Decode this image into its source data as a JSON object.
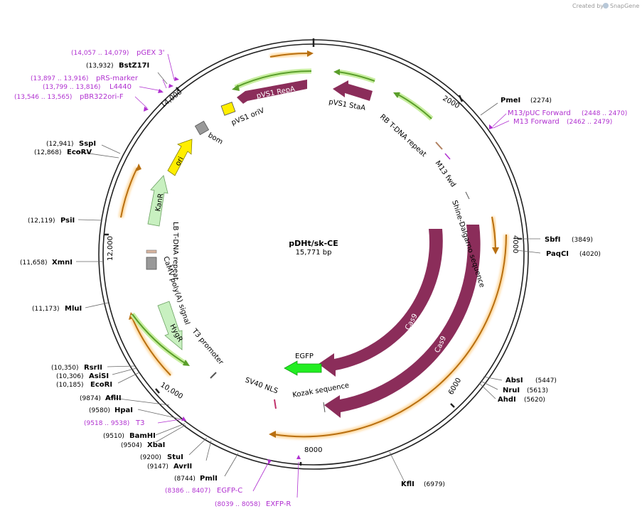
{
  "map": {
    "name": "pDHt/sk-CE",
    "size": "15,771 bp",
    "watermark": "Created by",
    "watermark_brand": "SnapGene"
  },
  "ticks": [
    "2000",
    "4000",
    "6000",
    "8000",
    "10,000",
    "12,000",
    "14,000"
  ],
  "features": {
    "pvs1_repa": "pVS1 RepA",
    "pvs1_oriv": "pVS1 oriV",
    "pvs1_staa": "pVS1 StaA",
    "bom": "bom",
    "ori": "ori",
    "rb": "RB T-DNA repeat",
    "m13fwd": "M13 fwd",
    "shine": "Shine-Dalgarno sequence",
    "kanr": "KanR",
    "lb": "LB T-DNA repeat",
    "camv": "CaMV poly(A) signal",
    "t3prom": "T3 promoter",
    "hygr": "HygR",
    "cas9_inner": "Cas9",
    "cas9_outer": "Cas9",
    "egfp": "EGFP",
    "sv40": "SV40 NLS",
    "kozak": "Kozak sequence"
  },
  "sites": {
    "pmei": {
      "name": "PmeI",
      "pos": "(2274)"
    },
    "sbfi": {
      "name": "SbfI",
      "pos": "(3849)"
    },
    "paqci": {
      "name": "PaqCI",
      "pos": "(4020)"
    },
    "absi": {
      "name": "AbsI",
      "pos": "(5447)"
    },
    "nrui": {
      "name": "NruI",
      "pos": "(5613)"
    },
    "ahdi": {
      "name": "AhdI",
      "pos": "(5620)"
    },
    "kfli": {
      "name": "KflI",
      "pos": "(6979)"
    },
    "pmli": {
      "name": "PmlI",
      "pos": "(8744)"
    },
    "avrii": {
      "name": "AvrII",
      "pos": "(9147)"
    },
    "stui": {
      "name": "StuI",
      "pos": "(9200)"
    },
    "xbai": {
      "name": "XbaI",
      "pos": "(9504)"
    },
    "bamhi": {
      "name": "BamHI",
      "pos": "(9510)"
    },
    "hpai": {
      "name": "HpaI",
      "pos": "(9580)"
    },
    "aflii": {
      "name": "AflII",
      "pos": "(9874)"
    },
    "ecori": {
      "name": "EcoRI",
      "pos": "(10,185)"
    },
    "asisi": {
      "name": "AsiSI",
      "pos": "(10,306)"
    },
    "rsrii": {
      "name": "RsrII",
      "pos": "(10,350)"
    },
    "mlui": {
      "name": "MluI",
      "pos": "(11,173)"
    },
    "xmni": {
      "name": "XmnI",
      "pos": "(11,658)"
    },
    "psii": {
      "name": "PsiI",
      "pos": "(12,119)"
    },
    "ecorv": {
      "name": "EcoRV",
      "pos": "(12,868)"
    },
    "sspi": {
      "name": "SspI",
      "pos": "(12,941)"
    },
    "bstz17i": {
      "name": "BstZ17I",
      "pos": "(13,932)"
    }
  },
  "primers": {
    "pgex3": {
      "name": "pGEX 3'",
      "pos": "(14,057 .. 14,079)"
    },
    "prs": {
      "name": "pRS-marker",
      "pos": "(13,897 .. 13,916)"
    },
    "l4440": {
      "name": "L4440",
      "pos": "(13,799 .. 13,816)"
    },
    "pbr322": {
      "name": "pBR322ori-F",
      "pos": "(13,546 .. 13,565)"
    },
    "m13puc": {
      "name": "M13/pUC Forward",
      "pos": "(2448 .. 2470)"
    },
    "m13f": {
      "name": "M13 Forward",
      "pos": "(2462 .. 2479)"
    },
    "t3": {
      "name": "T3",
      "pos": "(9518 .. 9538)"
    },
    "egfpc": {
      "name": "EGFP-C",
      "pos": "(8386 .. 8407)"
    },
    "exfpr": {
      "name": "EXFP-R",
      "pos": "(8039 .. 8058)"
    }
  },
  "colors": {
    "orange": "#f0a030",
    "green_arrow": "#5a9e2a",
    "green_glow": "#c8eea0",
    "maroon": "#8b2d5a",
    "yellow": "#ffee00",
    "light_green": "#c8f0c0",
    "bright_green": "#22ee22",
    "primer": "#b030d0",
    "gray": "#999999"
  }
}
